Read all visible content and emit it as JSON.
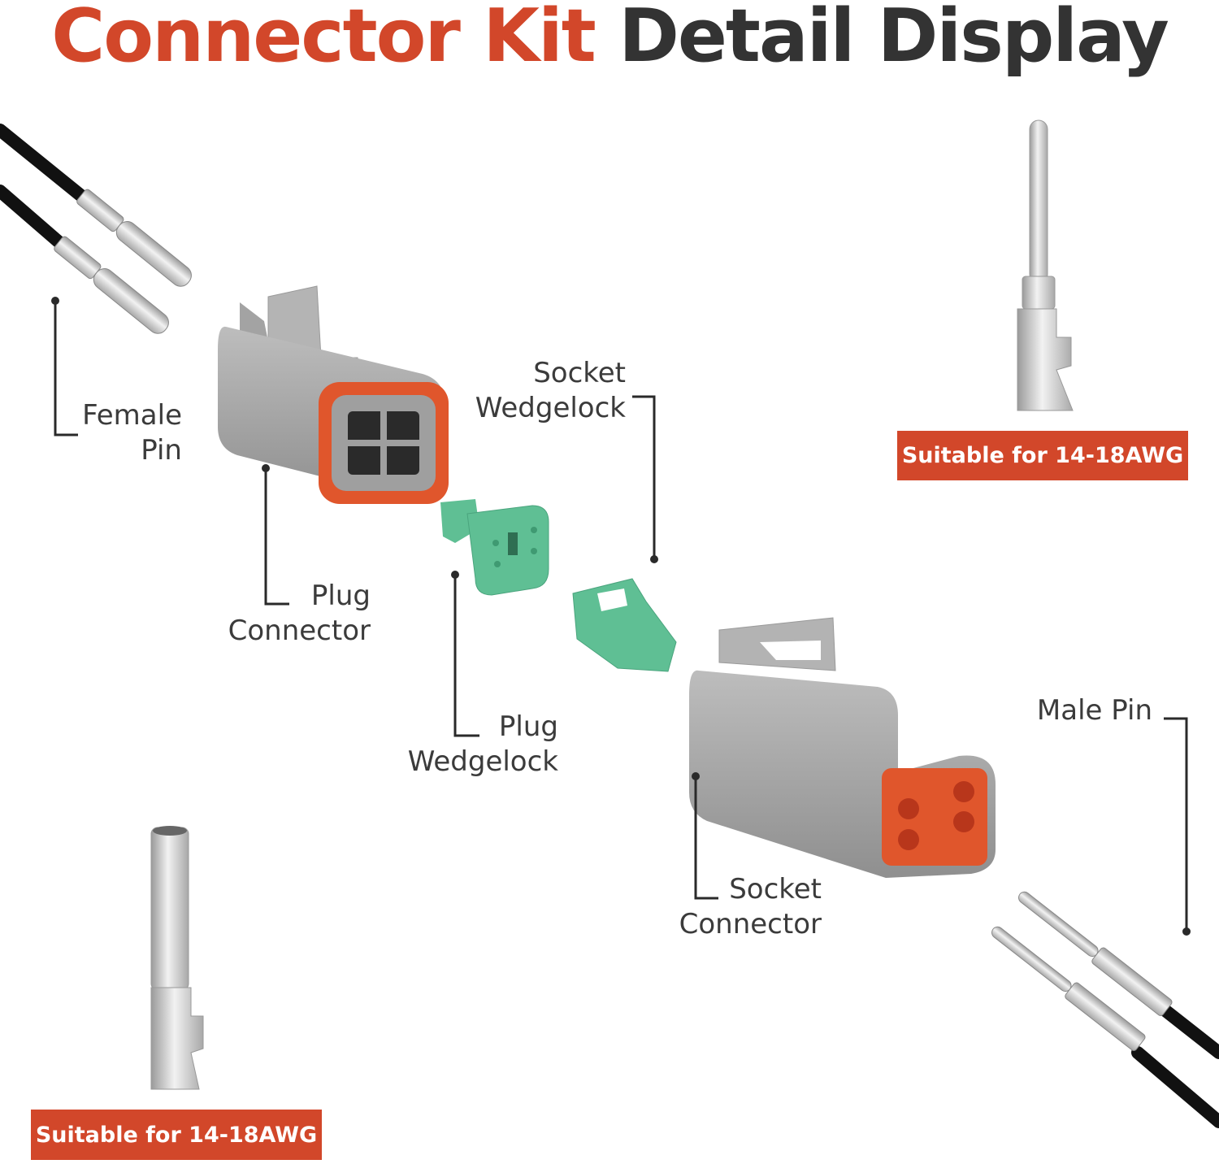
{
  "title": {
    "part1": "Connector Kit",
    "part2": "Detail Display"
  },
  "labels": {
    "female_pin": [
      "Female",
      "Pin"
    ],
    "socket_wedgelock": [
      "Socket",
      "Wedgelock"
    ],
    "plug_connector": [
      "Plug",
      "Connector"
    ],
    "plug_wedgelock": [
      "Plug",
      "Wedgelock"
    ],
    "male_pin": "Male Pin",
    "socket_connector": [
      "Socket",
      "Connector"
    ]
  },
  "badges": {
    "top_right": "Suitable for 14-18AWG",
    "bottom_left": "Suitable for 14-18AWG"
  },
  "colors": {
    "accent": "#d2472a",
    "connector_gray": "#a9a9a9",
    "seal_orange": "#e0562c",
    "wedgelock_green": "#5fbf94",
    "text": "#3b3b3b"
  }
}
